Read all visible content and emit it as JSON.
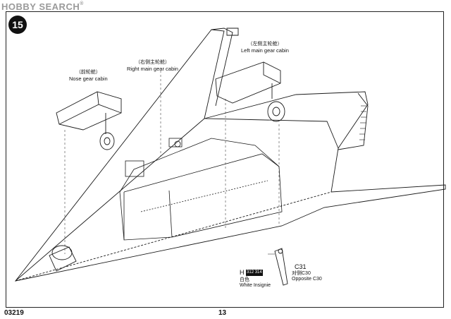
{
  "header": {
    "watermark": "HOBBY SEARCH",
    "watermark_reg": "®",
    "step_number": "15"
  },
  "callouts": {
    "nose_gear": {
      "cn": "（前轮舱）",
      "en": "Nose gear cabin"
    },
    "right_main_gear": {
      "cn": "（右侧主轮舱）",
      "en": "Right main gear cabin"
    },
    "left_main_gear": {
      "cn": "（左侧主轮舱）",
      "en": "Left main gear cabin"
    }
  },
  "parts": {
    "c31": "C31",
    "c30_cn": "对侧C30",
    "c30_en": "Opposite C30",
    "h_letter": "H",
    "h_code": "312 314",
    "white_cn": "白色",
    "white_en": "White Insignie"
  },
  "footer": {
    "kit_number": "03219",
    "page_number": "13"
  }
}
